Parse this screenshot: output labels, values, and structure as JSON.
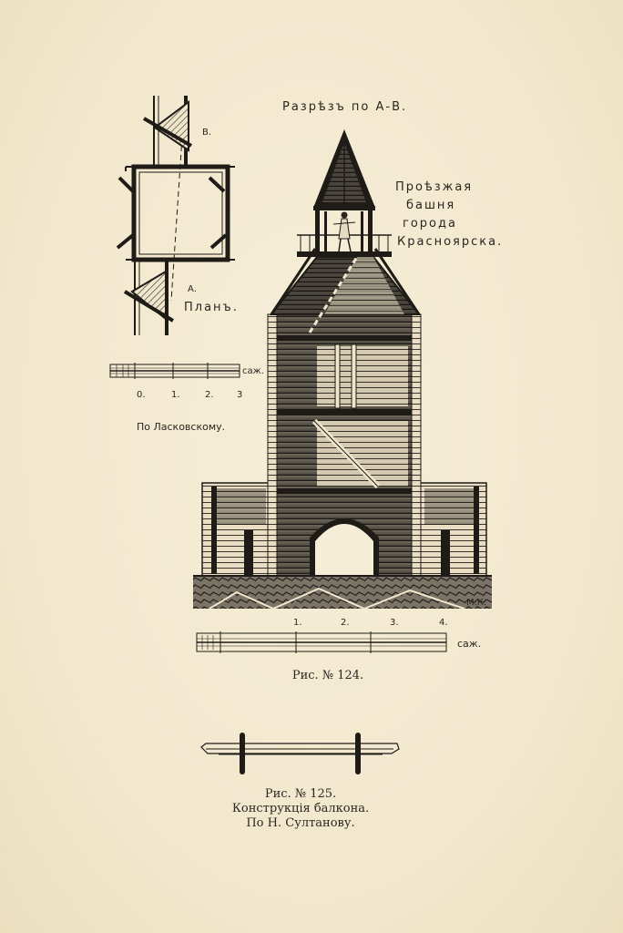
{
  "labels": {
    "section": "Разрѣзъ по А-В.",
    "title_line1": "Проѣзжая",
    "title_line2": "башня",
    "title_line3": "города",
    "title_line4": "Красноярска.",
    "plan": "Планъ.",
    "plan_A": "А.",
    "plan_B": "В.",
    "after": "По Ласковскому.",
    "sazh_small": "саж.",
    "sazh_big": "саж.",
    "initials": "М.К."
  },
  "scale_small_ticks": [
    "0.",
    "1.",
    "2.",
    "3"
  ],
  "scale_big_ticks": [
    "1.",
    "2.",
    "3.",
    "4."
  ],
  "captions": {
    "fig124": "Рис. № 124.",
    "fig125_line1": "Рис. № 125.",
    "fig125_line2": "Конструкція балкона.",
    "fig125_line3": "По Н. Султанову."
  }
}
